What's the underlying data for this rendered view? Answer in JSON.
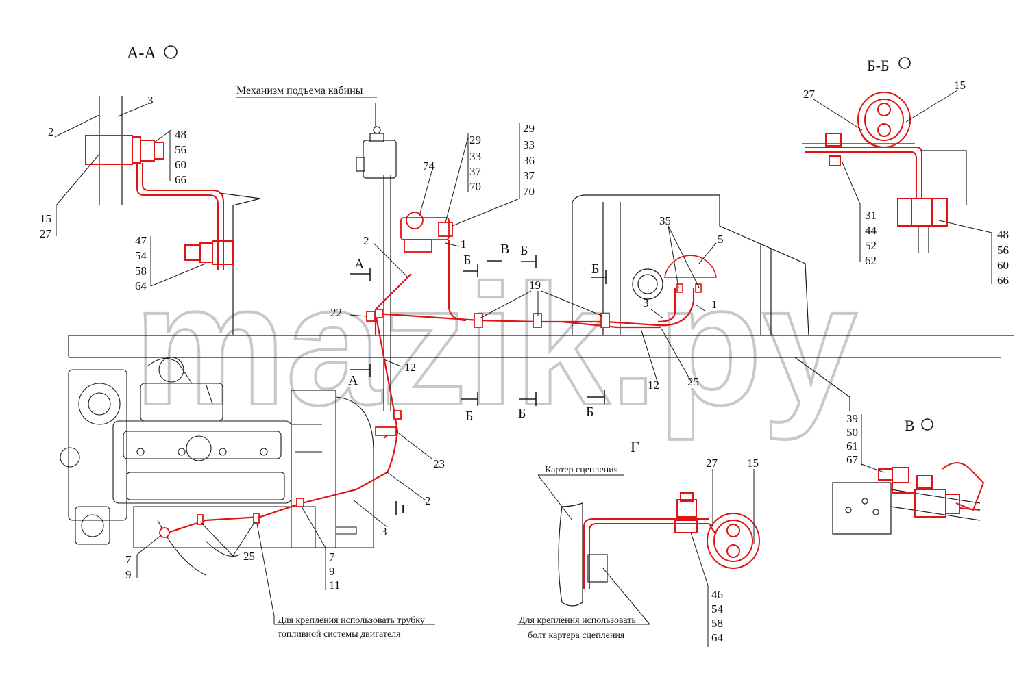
{
  "colors": {
    "red": "#e01414",
    "line": "#1a1a1a",
    "grey": "#9a9a9a",
    "watermark": "#c8c8c8"
  },
  "watermark": "mazik.py",
  "labels": {
    "section_aa": "А-А",
    "section_bb": "Б-Б",
    "view_v": "В",
    "view_g": "Г",
    "cab_lift": "Механизм подъема кабины",
    "clutch_housing": "Картер сцепления",
    "note_fuel_1": "Для крепления использовать трубку",
    "note_fuel_2": "топливной системы двигателя",
    "note_bolt_1": "Для крепления использовать",
    "note_bolt_2": "болт картера сцепления",
    "mark_a": "А",
    "mark_b": "Б",
    "mark_v": "В",
    "mark_g": "Г"
  },
  "callouts": {
    "aa_2": "2",
    "aa_3": "3",
    "aa_48": "48",
    "aa_56": "56",
    "aa_60": "60",
    "aa_66": "66",
    "aa_15": "15",
    "aa_27": "27",
    "aa_47": "47",
    "aa_54": "54",
    "aa_58": "58",
    "aa_64": "64",
    "m_74": "74",
    "m_29a": "29",
    "m_33a": "33",
    "m_37a": "37",
    "m_70a": "70",
    "m_29b": "29",
    "m_33b": "33",
    "m_36b": "36",
    "m_37b": "37",
    "m_70b": "70",
    "m_2": "2",
    "m_1": "1",
    "m_19": "19",
    "m_35": "35",
    "m_5": "5",
    "m_3": "3",
    "m_1b": "1",
    "m_22": "22",
    "m_12": "12",
    "m_12b": "12",
    "m_25": "25",
    "m_23": "23",
    "m_2b": "2",
    "m_3b": "3",
    "m_7": "7",
    "m_9": "9",
    "m_25b": "25",
    "m_7b": "7",
    "m_9b": "9",
    "m_11": "11",
    "bb_27": "27",
    "bb_15": "15",
    "bb_31": "31",
    "bb_44": "44",
    "bb_52": "52",
    "bb_62": "62",
    "bb_48": "48",
    "bb_56": "56",
    "bb_60": "60",
    "bb_66": "66",
    "v_39": "39",
    "v_50": "50",
    "v_61": "61",
    "v_67": "67",
    "g_27": "27",
    "g_15": "15",
    "g_46": "46",
    "g_54": "54",
    "g_58": "58",
    "g_64": "64"
  }
}
